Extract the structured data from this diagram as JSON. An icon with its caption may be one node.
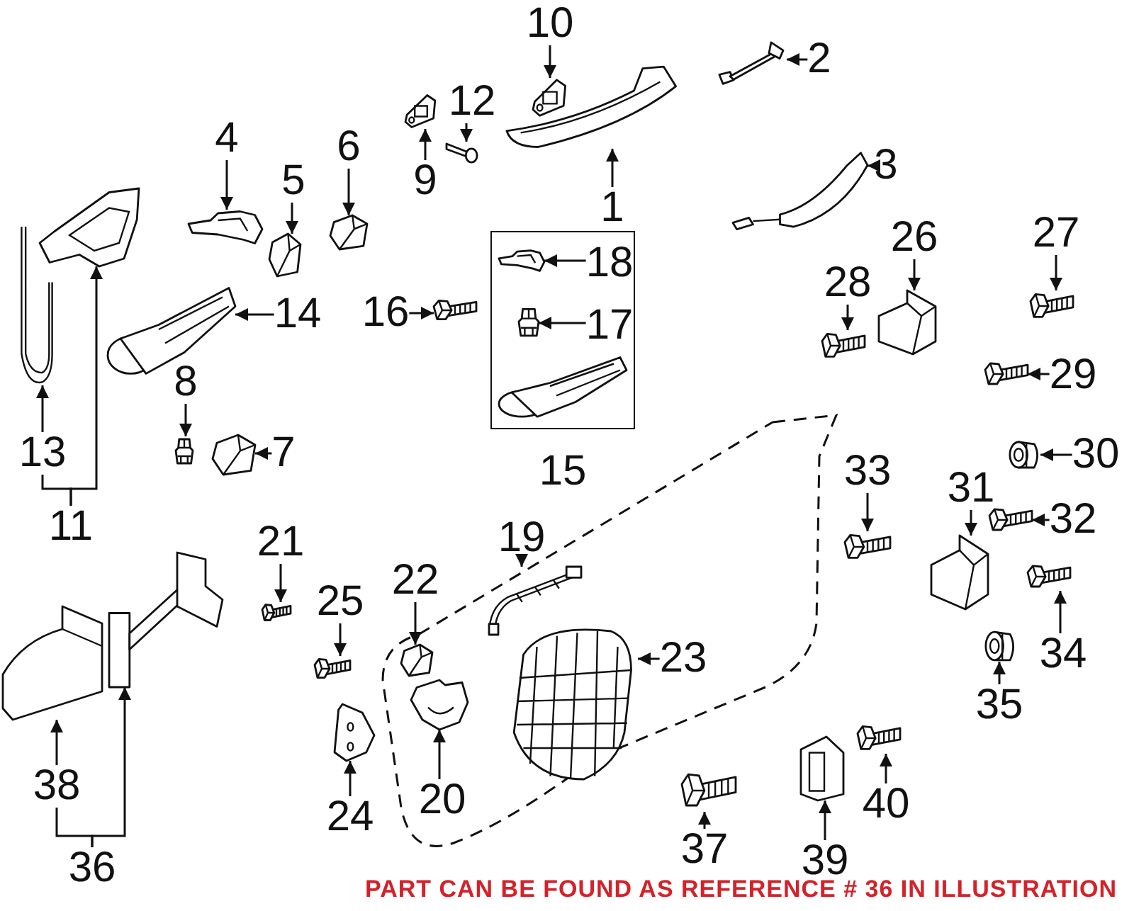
{
  "diagram": {
    "nodes": [
      {
        "text": [
          "1"
        ]
      },
      {
        "text": [],
        "shape": "picture"
      },
      {
        "text": [
          "2"
        ]
      },
      {
        "text": [],
        "shape": "picture"
      },
      {
        "text": [
          "3"
        ]
      },
      {
        "text": [],
        "shape": "picture"
      },
      {
        "text": [
          "4"
        ]
      },
      {
        "text": [],
        "shape": "picture"
      },
      {
        "text": [
          "5"
        ]
      },
      {
        "text": [],
        "shape": "picture"
      },
      {
        "text": [
          "6"
        ]
      },
      {
        "text": [],
        "shape": "picture"
      },
      {
        "text": [
          "7"
        ]
      },
      {
        "text": [],
        "shape": "picture"
      },
      {
        "text": [
          "8"
        ]
      },
      {
        "text": [],
        "shape": "picture"
      },
      {
        "text": [
          "9"
        ]
      },
      {
        "text": [],
        "shape": "picture"
      },
      {
        "text": [
          "10"
        ]
      },
      {
        "text": [],
        "shape": "picture"
      },
      {
        "text": [
          "11"
        ]
      },
      {
        "text": [],
        "shape": "picture"
      },
      {
        "text": [
          "12"
        ]
      },
      {
        "text": [],
        "shape": "picture"
      },
      {
        "text": [
          "13"
        ]
      },
      {
        "text": [],
        "shape": "picture"
      },
      {
        "text": [
          "14"
        ]
      },
      {
        "text": [],
        "shape": "picture"
      },
      {
        "text": [
          "15"
        ]
      },
      {
        "text": [
          "16"
        ]
      },
      {
        "text": [],
        "shape": "picture"
      },
      {
        "text": [
          "18"
        ],
        "in": 28
      },
      {
        "text": [],
        "shape": "picture",
        "in": 28
      },
      {
        "text": [
          "17"
        ],
        "in": 28
      },
      {
        "text": [],
        "shape": "picture",
        "in": 28
      },
      {
        "text": [
          "19"
        ]
      },
      {
        "text": [],
        "shape": "picture"
      },
      {
        "text": [
          "20"
        ]
      },
      {
        "text": [],
        "shape": "picture"
      },
      {
        "text": [
          "21"
        ]
      },
      {
        "text": [],
        "shape": "picture"
      },
      {
        "text": [
          "22"
        ]
      },
      {
        "text": [],
        "shape": "picture"
      },
      {
        "text": [
          "23"
        ]
      },
      {
        "text": [],
        "shape": "picture"
      },
      {
        "text": [
          "24"
        ]
      },
      {
        "text": [],
        "shape": "picture"
      },
      {
        "text": [
          "25"
        ]
      },
      {
        "text": [],
        "shape": "picture"
      },
      {
        "text": [
          "26"
        ]
      },
      {
        "text": [],
        "shape": "picture"
      },
      {
        "text": [
          "27"
        ]
      },
      {
        "text": [],
        "shape": "picture"
      },
      {
        "text": [
          "28"
        ]
      },
      {
        "text": [],
        "shape": "picture"
      },
      {
        "text": [
          "29"
        ]
      },
      {
        "text": [],
        "shape": "picture"
      },
      {
        "text": [
          "30"
        ]
      },
      {
        "text": [],
        "shape": "picture"
      },
      {
        "text": [
          "31"
        ]
      },
      {
        "text": [],
        "shape": "picture"
      },
      {
        "text": [
          "32"
        ]
      },
      {
        "text": [],
        "shape": "picture"
      },
      {
        "text": [
          "33"
        ]
      },
      {
        "text": [],
        "shape": "picture"
      },
      {
        "text": [
          "34"
        ]
      },
      {
        "text": [],
        "shape": "picture"
      },
      {
        "text": [
          "35"
        ]
      },
      {
        "text": [],
        "shape": "picture"
      },
      {
        "text": [
          "36"
        ]
      },
      {
        "text": [],
        "shape": "picture"
      },
      {
        "text": [
          "37"
        ]
      },
      {
        "text": [],
        "shape": "picture"
      },
      {
        "text": [
          "38"
        ]
      },
      {
        "text": [],
        "shape": "picture"
      },
      {
        "text": [
          "39"
        ]
      },
      {
        "text": [],
        "shape": "picture"
      },
      {
        "text": [
          "40"
        ]
      },
      {
        "text": [],
        "shape": "picture"
      }
    ],
    "edges": [
      {
        "from": 0,
        "to": 1,
        "arrow": "to"
      },
      {
        "from": 2,
        "to": 3,
        "arrow": "to"
      },
      {
        "from": 4,
        "to": 5,
        "arrow": "to"
      },
      {
        "from": 6,
        "to": 7,
        "arrow": "to"
      },
      {
        "from": 8,
        "to": 9,
        "arrow": "to"
      },
      {
        "from": 10,
        "to": 11,
        "arrow": "to"
      },
      {
        "from": 12,
        "to": 13,
        "arrow": "to"
      },
      {
        "from": 14,
        "to": 15,
        "arrow": "to"
      },
      {
        "from": 16,
        "to": 17,
        "arrow": "to"
      },
      {
        "from": 18,
        "to": 19,
        "arrow": "to"
      },
      {
        "from": 20,
        "to": 21,
        "arrow": "to"
      },
      {
        "from": 20,
        "to": 24,
        "arrow": "none"
      },
      {
        "from": 22,
        "to": 23,
        "arrow": "to"
      },
      {
        "from": 24,
        "to": 25,
        "arrow": "to"
      },
      {
        "from": 26,
        "to": 27,
        "arrow": "to"
      },
      {
        "from": 29,
        "to": 30,
        "arrow": "to"
      },
      {
        "from": 31,
        "to": 32,
        "arrow": "to"
      },
      {
        "from": 33,
        "to": 34,
        "arrow": "to"
      },
      {
        "from": 35,
        "to": 36,
        "arrow": "to"
      },
      {
        "from": 37,
        "to": 38,
        "arrow": "to"
      },
      {
        "from": 39,
        "to": 40,
        "arrow": "to"
      },
      {
        "from": 41,
        "to": 42,
        "arrow": "to"
      },
      {
        "from": 43,
        "to": 44,
        "arrow": "to"
      },
      {
        "from": 45,
        "to": 46,
        "arrow": "to"
      },
      {
        "from": 47,
        "to": 48,
        "arrow": "to"
      },
      {
        "from": 49,
        "to": 50,
        "arrow": "to"
      },
      {
        "from": 51,
        "to": 52,
        "arrow": "to"
      },
      {
        "from": 53,
        "to": 54,
        "arrow": "to"
      },
      {
        "from": 55,
        "to": 56,
        "arrow": "to"
      },
      {
        "from": 57,
        "to": 58,
        "arrow": "to"
      },
      {
        "from": 59,
        "to": 60,
        "arrow": "to"
      },
      {
        "from": 61,
        "to": 62,
        "arrow": "to"
      },
      {
        "from": 63,
        "to": 64,
        "arrow": "to"
      },
      {
        "from": 65,
        "to": 66,
        "arrow": "to"
      },
      {
        "from": 67,
        "to": 68,
        "arrow": "to"
      },
      {
        "from": 69,
        "to": 70,
        "arrow": "to"
      },
      {
        "from": 69,
        "to": 73,
        "arrow": "none"
      },
      {
        "from": 71,
        "to": 72,
        "arrow": "to"
      },
      {
        "from": 73,
        "to": 74,
        "arrow": "to"
      },
      {
        "from": 75,
        "to": 76,
        "arrow": "to"
      },
      {
        "from": 77,
        "to": 78,
        "arrow": "to"
      }
    ],
    "labels": [
      "PART CAN BE FOUND AS REFERENCE # 36 IN ILLUSTRATION"
    ]
  }
}
